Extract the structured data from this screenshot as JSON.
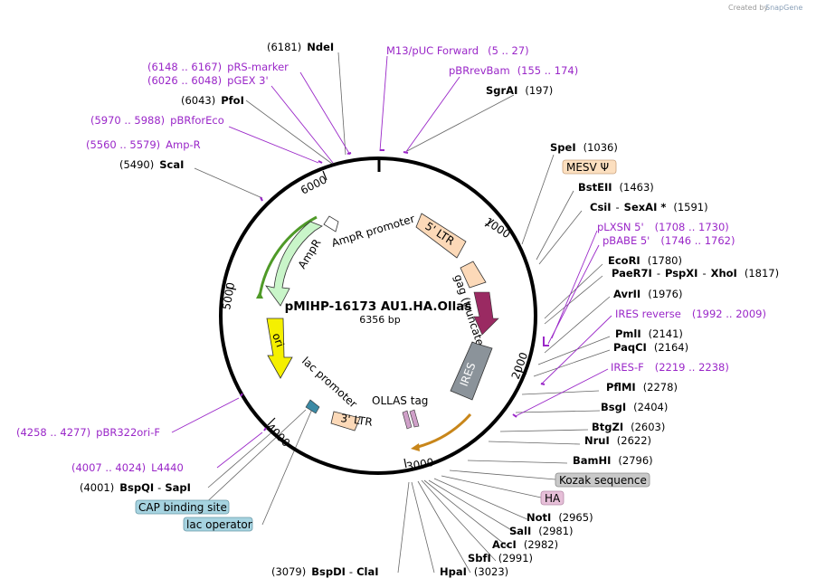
{
  "credit": {
    "prefix": "Created by",
    "brand": "SnapGene"
  },
  "plasmid": {
    "name": "pMIHP-16173 AU1.HA.Ollas",
    "size": "6356 bp"
  },
  "ticks": [
    "1000",
    "2000",
    "3000",
    "4000",
    "5000",
    "6000"
  ],
  "features": {
    "ampr": "AmpR",
    "ampr_promoter": "AmpR promoter",
    "five_ltr": "5' LTR",
    "gag": "gag (truncated)",
    "ires": "IRES",
    "ollas_tag": "OLLAS tag",
    "three_ltr": "3' LTR",
    "lac_promoter": "lac promoter",
    "ori": "ori"
  },
  "boxes": {
    "mesv": "MESV Ψ",
    "kozak": "Kozak sequence",
    "ha": "HA",
    "cap": "CAP binding site",
    "lac_operator": "lac operator"
  },
  "sites": {
    "ndei": {
      "name": "NdeI",
      "pos": "(6181)"
    },
    "pfoi": {
      "name": "PfoI",
      "pos": "(6043)"
    },
    "scai": {
      "name": "ScaI",
      "pos": "(5490)"
    },
    "sgrai": {
      "name": "SgrAI",
      "pos": "(197)"
    },
    "spei": {
      "name": "SpeI",
      "pos": "(1036)"
    },
    "bsteii": {
      "name": "BstEII",
      "pos": "(1463)"
    },
    "csii": {
      "name": "CsiI",
      "sep": "-",
      "name2": "SexAI *",
      "pos": "(1591)"
    },
    "ecori": {
      "name": "EcoRI",
      "pos": "(1780)"
    },
    "paer7i": {
      "name": "PaeR7I",
      "sep": "-",
      "name2": "PspXI",
      "name3": "XhoI",
      "pos": "(1817)"
    },
    "avrii": {
      "name": "AvrII",
      "pos": "(1976)"
    },
    "pmli": {
      "name": "PmlI",
      "pos": "(2141)"
    },
    "paqci": {
      "name": "PaqCI",
      "pos": "(2164)"
    },
    "pflmi": {
      "name": "PflMI",
      "pos": "(2278)"
    },
    "bsgi": {
      "name": "BsgI",
      "pos": "(2404)"
    },
    "btgzi": {
      "name": "BtgZI",
      "pos": "(2603)"
    },
    "nrui": {
      "name": "NruI",
      "pos": "(2622)"
    },
    "bamhi": {
      "name": "BamHI",
      "pos": "(2796)"
    },
    "noti": {
      "name": "NotI",
      "pos": "(2965)"
    },
    "sali": {
      "name": "SalI",
      "pos": "(2981)"
    },
    "acci": {
      "name": "AccI",
      "pos": "(2982)"
    },
    "sbfi": {
      "name": "SbfI",
      "pos": "(2991)"
    },
    "hpai": {
      "name": "HpaI",
      "pos": "(3023)"
    },
    "bspdi": {
      "name": "BspDI",
      "sep": "-",
      "name2": "ClaI",
      "pos": "(3079)"
    },
    "bspqi": {
      "name": "BspQI",
      "sep": "-",
      "name2": "SapI",
      "pos": "(4001)"
    }
  },
  "primers": {
    "prs": {
      "name": "pRS-marker",
      "range": "(6148 .. 6167)"
    },
    "pgex3": {
      "name": "pGEX 3'",
      "range": "(6026 .. 6048)"
    },
    "pbrforeco": {
      "name": "pBRforEco",
      "range": "(5970 .. 5988)"
    },
    "ampr": {
      "name": "Amp-R",
      "range": "(5560 .. 5579)"
    },
    "m13": {
      "name": "M13/pUC Forward",
      "range": "(5 .. 27)"
    },
    "pbrrevbam": {
      "name": "pBRrevBam",
      "range": "(155 .. 174)"
    },
    "plxsn5": {
      "name": "pLXSN 5'",
      "range": "(1708 .. 1730)"
    },
    "pbabe5": {
      "name": "pBABE 5'",
      "range": "(1746 .. 1762)"
    },
    "iresrev": {
      "name": "IRES reverse",
      "range": "(1992 .. 2009)"
    },
    "iresf": {
      "name": "IRES-F",
      "range": "(2219 .. 2238)"
    },
    "pbr322ori": {
      "name": "pBR322ori-F",
      "range": "(4258 .. 4277)"
    },
    "l4440": {
      "name": "L4440",
      "range": "(4007 .. 4024)"
    }
  }
}
